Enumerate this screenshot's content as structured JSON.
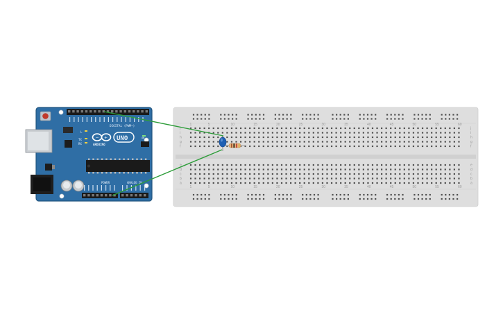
{
  "arduino": {
    "brand": "ARDUINO",
    "model": "UNO",
    "digital_label": "DIGITAL (PWM~)",
    "power_label": "POWER",
    "analog_label": "ANALOG IN",
    "tx_label": "TX",
    "rx_label": "RX",
    "l_label": "L",
    "icsp_label": "ICSP",
    "on_label": "ON",
    "board_color": "#2f6ea5",
    "board_edge_color": "#22557f"
  },
  "breadboard": {
    "column_numbers": [
      "1",
      "5",
      "10",
      "15",
      "20",
      "25",
      "30",
      "35",
      "40",
      "45",
      "50",
      "55",
      "60"
    ],
    "row_letters_top": [
      "j",
      "i",
      "h",
      "g",
      "f"
    ],
    "row_letters_bottom": [
      "e",
      "d",
      "c",
      "b",
      "a"
    ],
    "body_color": "#dedede"
  },
  "components": {
    "led_color": "#1e5fb3",
    "resistor_color": "#e3b27a"
  },
  "wires": {
    "color": "#2e9d3a"
  }
}
